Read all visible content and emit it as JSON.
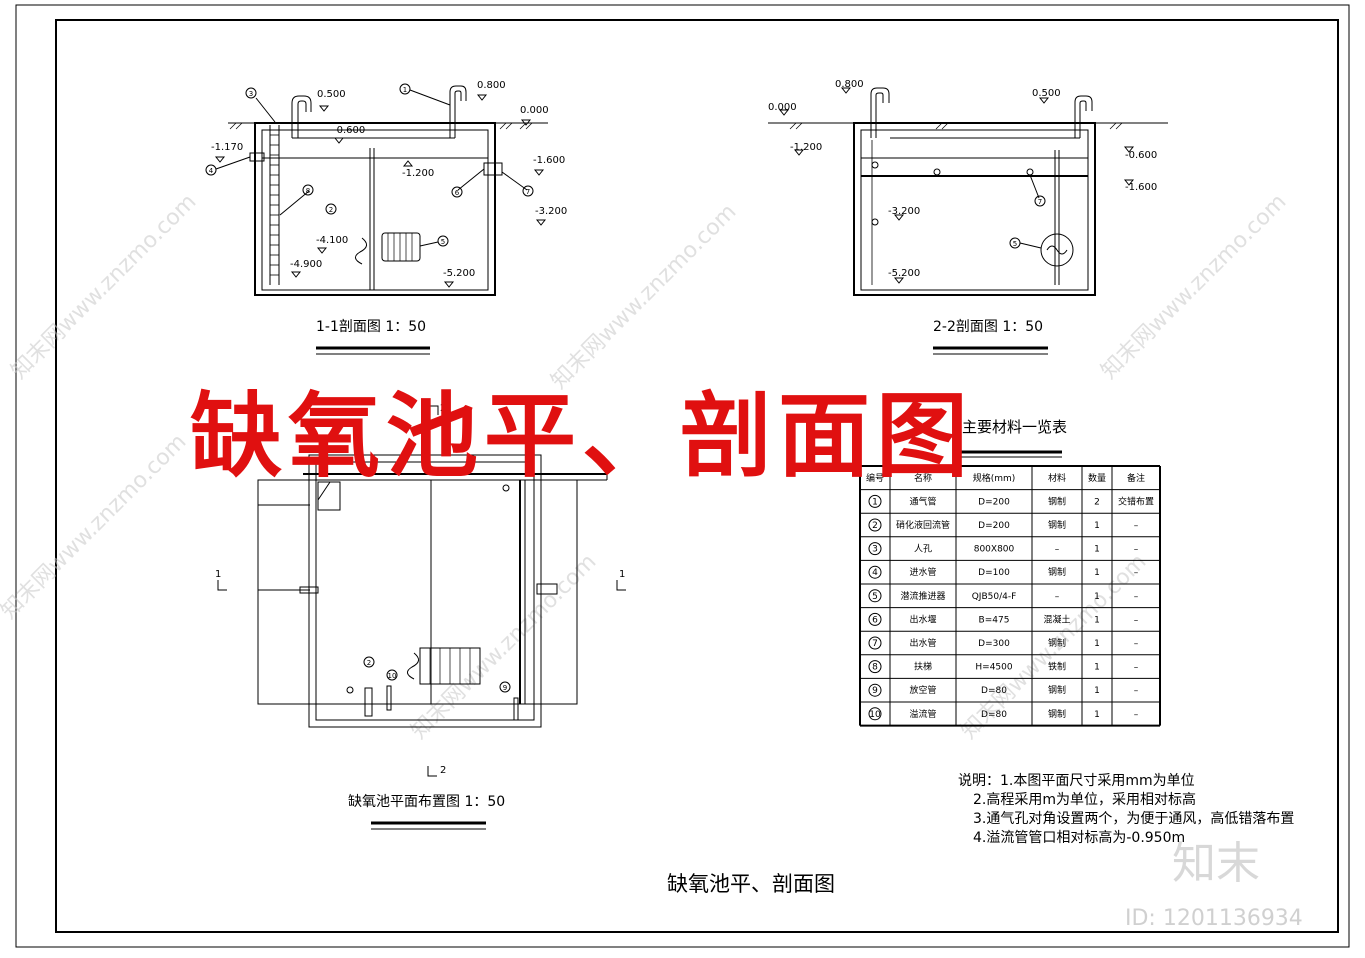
{
  "drawing_title": "缺氧池平、剖面图",
  "overlay_title": "缺氧池平、剖面图",
  "watermark": "知末网www.znzmo.com",
  "brand": "知末",
  "id_label": "ID: 1201136934",
  "section_1_1": {
    "caption": "1-1剖面图 1：50",
    "elevations": [
      "0.500",
      "0.800",
      "0.000",
      "-0.600",
      "-1.170",
      "-1.200",
      "-1.600",
      "-3.200",
      "-4.100",
      "-4.900",
      "-5.200"
    ],
    "markers": [
      "1",
      "2",
      "3",
      "4",
      "5",
      "6",
      "7",
      "8"
    ]
  },
  "section_2_2": {
    "caption": "2-2剖面图 1：50",
    "elevations": [
      "0.800",
      "0.500",
      "0.000",
      "-1.200",
      "-0.600",
      "-1.600",
      "-3.200",
      "-5.200"
    ],
    "markers": [
      "7",
      "5"
    ]
  },
  "plan": {
    "caption": "缺氧池平面布置图 1：50",
    "cut_marks": [
      "1",
      "1",
      "2",
      "2"
    ],
    "markers": [
      "2",
      "10",
      "9"
    ]
  },
  "material_table": {
    "title": "主要材料一览表",
    "headers": [
      "编号",
      "名称",
      "规格(mm)",
      "材料",
      "数量",
      "备注"
    ],
    "rows": [
      [
        "1",
        "通气管",
        "D=200",
        "钢制",
        "2",
        "交错布置"
      ],
      [
        "2",
        "硝化液回流管",
        "D=200",
        "钢制",
        "1",
        "–"
      ],
      [
        "3",
        "人孔",
        "800X800",
        "–",
        "1",
        "–"
      ],
      [
        "4",
        "进水管",
        "D=100",
        "钢制",
        "1",
        "–"
      ],
      [
        "5",
        "潜流推进器",
        "QJB50/4-F",
        "–",
        "1",
        "–"
      ],
      [
        "6",
        "出水堰",
        "B=475",
        "混凝土",
        "1",
        "–"
      ],
      [
        "7",
        "出水管",
        "D=300",
        "钢制",
        "1",
        "–"
      ],
      [
        "8",
        "扶梯",
        "H=4500",
        "铁制",
        "1",
        "–"
      ],
      [
        "9",
        "放空管",
        "D=80",
        "钢制",
        "1",
        "–"
      ],
      [
        "10",
        "溢流管",
        "D=80",
        "钢制",
        "1",
        "–"
      ]
    ]
  },
  "notes": [
    "说明：1.本图平面尺寸采用mm为单位",
    "2.高程采用m为单位，采用相对标高",
    "3.通气孔对角设置两个，为便于通风，高低错落布置",
    "4.溢流管管口相对标高为-0.950m"
  ]
}
